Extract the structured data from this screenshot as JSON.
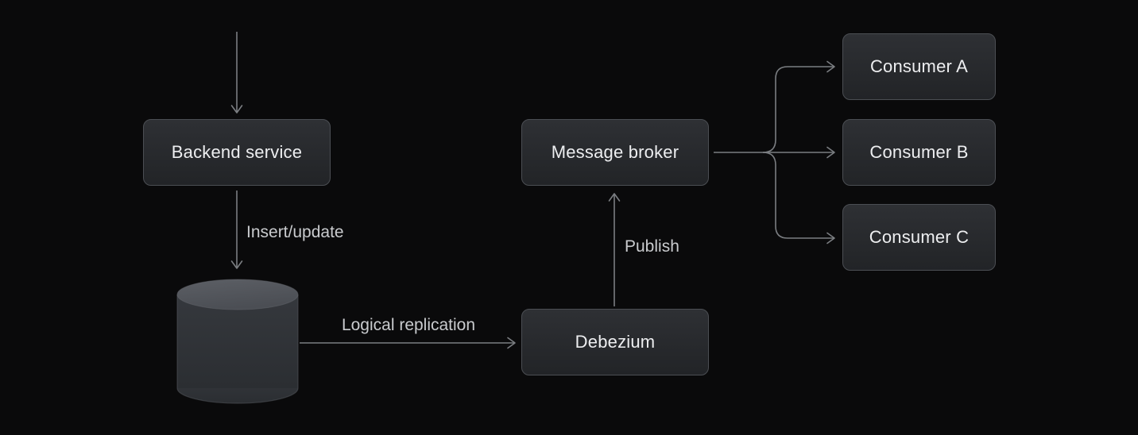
{
  "colors": {
    "background": "#0a0a0b",
    "node-fill-top": "#2e3034",
    "node-fill-bottom": "#222427",
    "node-border": "#4b4e53",
    "node-text": "#edeef0",
    "edge-label-text": "#c9cbce",
    "arrow": "#7b7e82",
    "cylinder-top-light": "#5c5f65",
    "cylinder-top-dark": "#4b4e54",
    "cylinder-body-top": "#35383d",
    "cylinder-body-bottom": "#2b2e32"
  },
  "nodes": {
    "backend_service": "Backend service",
    "message_broker": "Message broker",
    "debezium": "Debezium",
    "consumer_a": "Consumer A",
    "consumer_b": "Consumer B",
    "consumer_c": "Consumer C"
  },
  "edge_labels": {
    "insert_update": "Insert/update",
    "logical_replication": "Logical replication",
    "publish": "Publish"
  },
  "icons": {
    "database": "database-cylinder-icon"
  }
}
